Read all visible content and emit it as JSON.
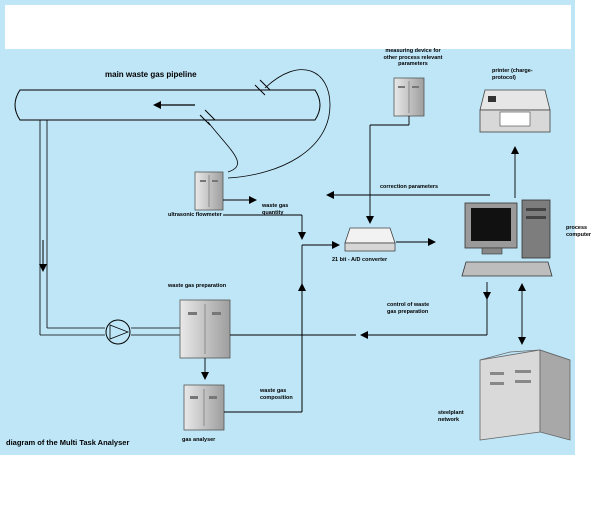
{
  "diagram": {
    "pipeline_label": "main waste gas pipeline",
    "ultrasonic_flowmeter": "ultrasonic flowmeter",
    "waste_gas_quantity": "waste gas quantity",
    "correction_parameters": "correction parameters",
    "measuring_devices": "measuring device for other process relevant parameters",
    "printer": "printer (charge-protocol)",
    "process_computer": "process computer",
    "converter": "21 bit - A/D converter",
    "waste_gas_preparation": "waste gas preparation",
    "control_preparation": "control of waste gas preparation",
    "waste_gas_composition": "waste gas composition",
    "gas_analyser": "gas analyser",
    "steelplant_network": "steelplant network",
    "caption": "diagram of the Multi Task Analyser"
  },
  "colors": {
    "background": "#bfe6f7",
    "line": "#000000",
    "device_gray": "#c8c8c8"
  }
}
